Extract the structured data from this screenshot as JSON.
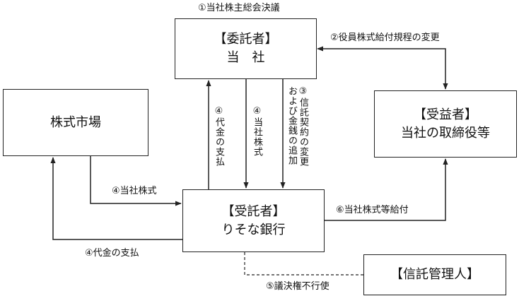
{
  "boxes": {
    "trustor": {
      "title": "【委託者】",
      "subtitle": "当　社"
    },
    "market": {
      "title": "株式市場"
    },
    "beneficiary": {
      "title": "【受益者】",
      "subtitle": "当社の取締役等"
    },
    "trustee": {
      "title": "【受託者】",
      "subtitle": "りそな銀行"
    },
    "admin": {
      "title": "【信託管理人】"
    }
  },
  "labels": {
    "l1": "①当社株主総会決議",
    "l2": "②役員株式給付規程の変更",
    "l3a": "③信託契約の変更",
    "l3b": "および金銭の追加",
    "l4a": "④代金の支払",
    "l4b": "④当社株式",
    "l4c": "④当社株式",
    "l4d": "④代金の支払",
    "l5": "⑤議決権不行使",
    "l6": "⑥当社株式等給付"
  },
  "colors": {
    "line": "#222222",
    "text": "#111111"
  }
}
